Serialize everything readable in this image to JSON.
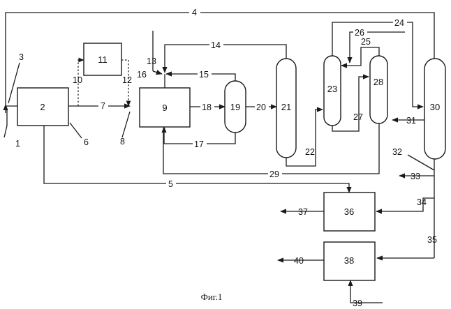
{
  "caption": "Фиг.1",
  "units": {
    "u2": "2",
    "u9": "9",
    "u11": "11",
    "u19": "19",
    "u21": "21",
    "u23": "23",
    "u28": "28",
    "u30": "30",
    "u36": "36",
    "u38": "38"
  },
  "streams": {
    "s1": "1",
    "s3": "3",
    "s4": "4",
    "s5": "5",
    "s6": "6",
    "s7": "7",
    "s8": "8",
    "s10": "10",
    "s12": "12",
    "s13": "13",
    "s14": "14",
    "s15": "15",
    "s16": "16",
    "s17": "17",
    "s18": "18",
    "s20": "20",
    "s22": "22",
    "s24": "24",
    "s25": "25",
    "s26": "26",
    "s27": "27",
    "s29": "29",
    "s31": "31",
    "s32": "32",
    "s33": "33",
    "s34": "34",
    "s35": "35",
    "s37": "37",
    "s39": "39",
    "s40": "40"
  }
}
